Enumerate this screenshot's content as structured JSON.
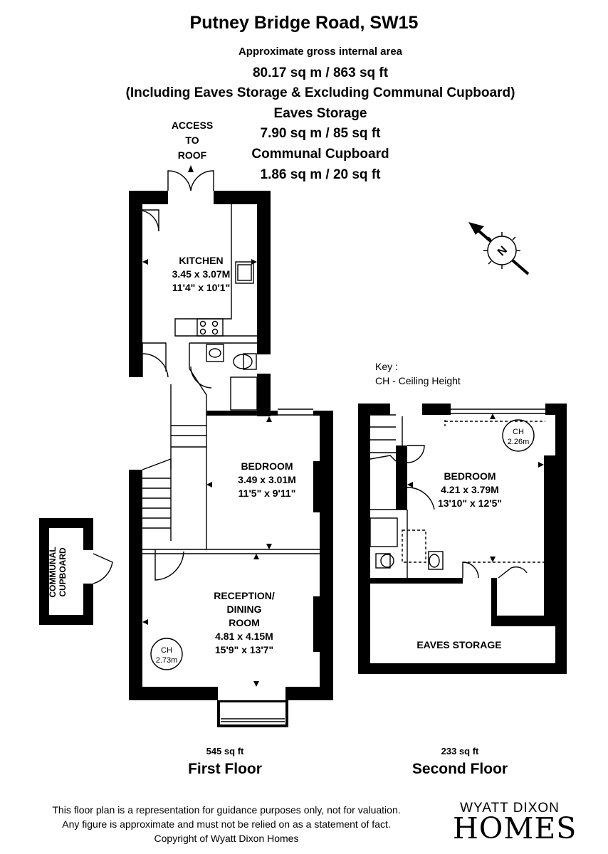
{
  "header": {
    "title": "Putney Bridge Road, SW15",
    "subtitle": "Approximate gross internal area",
    "total_area": "80.17 sq m /  863 sq ft",
    "total_note": "(Including Eaves Storage & Excluding Communal Cupboard)",
    "eaves_label": "Eaves Storage",
    "eaves_area": "7.90 sq m /  85 sq ft",
    "communal_label": "Communal Cupboard",
    "communal_area": "1.86 sq m /  20 sq ft"
  },
  "access": {
    "line1": "ACCESS",
    "line2": "TO",
    "line3": "ROOF"
  },
  "key": {
    "title": "Key :",
    "entry": "CH - Ceiling Height"
  },
  "rooms": {
    "kitchen": {
      "name": "KITCHEN",
      "metric": "3.45 x 3.07M",
      "imperial": "11'4\" x 10'1\""
    },
    "bedroom1": {
      "name": "BEDROOM",
      "metric": "3.49 x 3.01M",
      "imperial": "11'5\" x 9'11\""
    },
    "reception": {
      "name1": "RECEPTION/",
      "name2": "DINING",
      "name3": "ROOM",
      "metric": "4.81 x 4.15M",
      "imperial": "15'9\" x 13'7\""
    },
    "bedroom2": {
      "name": "BEDROOM",
      "metric": "4.21 x 3.79M",
      "imperial": "13'10\" x 12'5\""
    },
    "eaves": {
      "name": "EAVES STORAGE"
    },
    "communal": {
      "name1": "COMMUNAL",
      "name2": "CUPBOARD"
    }
  },
  "ceiling_heights": {
    "first": {
      "label": "CH",
      "value": "2.73m"
    },
    "second": {
      "label": "CH",
      "value": "2.26m"
    }
  },
  "floors": {
    "first": {
      "sqft": "545 sq ft",
      "name": "First Floor"
    },
    "second": {
      "sqft": "233 sq ft",
      "name": "Second Floor"
    }
  },
  "compass": {
    "letter": "N",
    "icon": "compass-north-arrow-icon"
  },
  "footer": {
    "line1": "This floor plan is a representation for guidance purposes only, not for valuation.",
    "line2": "Any figure is approximate and must not be relied on as a statement of fact.",
    "line3": "Copyright of Wyatt Dixon Homes"
  },
  "logo": {
    "line1": "WYATT DIXON",
    "line2": "HOMES"
  }
}
